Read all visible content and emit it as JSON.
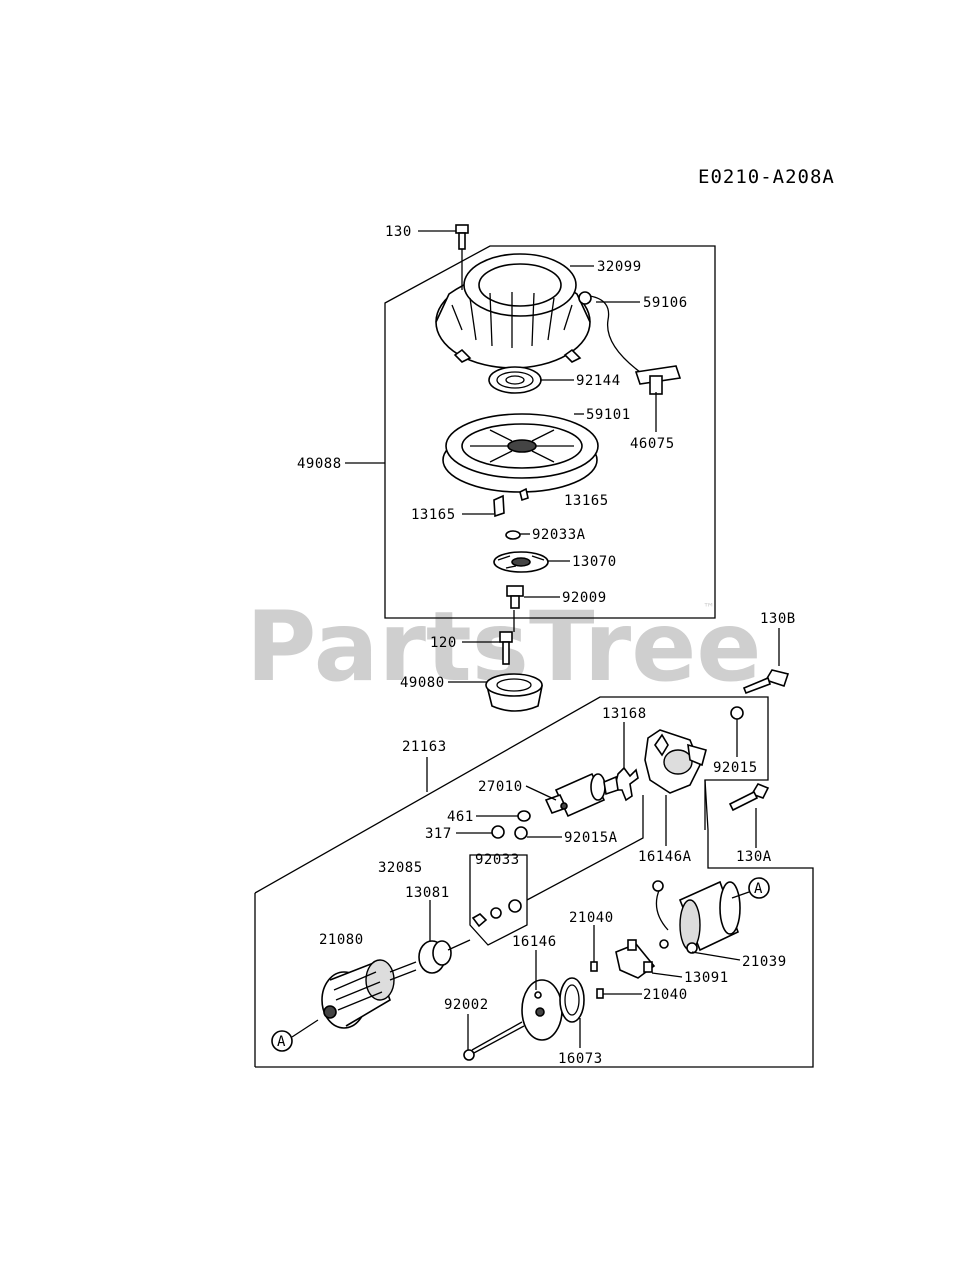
{
  "diagram": {
    "code": "E0210-A208A",
    "watermark": "PartsTree",
    "watermark_mark": "™",
    "callout_a": "A",
    "labels": {
      "l130": "130",
      "l32099": "32099",
      "l59106": "59106",
      "l92144": "92144",
      "l59101": "59101",
      "l46075": "46075",
      "l49088": "49088",
      "l13165a": "13165",
      "l13165b": "13165",
      "l92033A": "92033A",
      "l13070": "13070",
      "l92009": "92009",
      "l120": "120",
      "l49080": "49080",
      "l130B": "130B",
      "l13168": "13168",
      "l21163": "21163",
      "l27010": "27010",
      "l92015": "92015",
      "l461": "461",
      "l317": "317",
      "l92015A": "92015A",
      "l16146A": "16146A",
      "l130A": "130A",
      "l32085": "32085",
      "l92033": "92033",
      "l13081": "13081",
      "l21080": "21080",
      "l21040a": "21040",
      "l16146": "16146",
      "l21039": "21039",
      "l13091": "13091",
      "l21040b": "21040",
      "l92002": "92002",
      "l16073": "16073"
    }
  }
}
